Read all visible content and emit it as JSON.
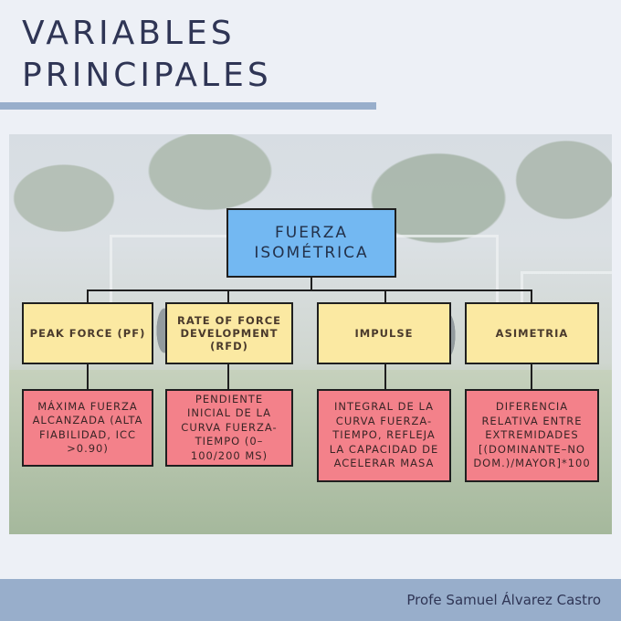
{
  "title": {
    "line1": "VARIABLES",
    "line2": "PRINCIPALES"
  },
  "root": {
    "line1": "FUERZA",
    "line2": "ISOMÉTRICA"
  },
  "variables": [
    {
      "label": "PEAK FORCE (PF)",
      "description": "MÁXIMA FUERZA ALCANZADA (ALTA FIABILIDAD, ICC >0.90)"
    },
    {
      "label": "RATE OF FORCE DEVELOPMENT (RFD)",
      "description": "PENDIENTE INICIAL DE LA CURVA FUERZA-TIEMPO (0–100/200 MS)"
    },
    {
      "label": "IMPULSE",
      "description": "INTEGRAL DE LA CURVA FUERZA-TIEMPO, REFLEJA LA CAPACIDAD DE ACELERAR MASA"
    },
    {
      "label": "ASIMETRIA",
      "description": "DIFERENCIA RELATIVA ENTRE EXTREMIDADES [(DOMINANTE–NO DOM.)/MAYOR]*100"
    }
  ],
  "footer": {
    "author": "Profe Samuel Álvarez Castro"
  },
  "colors": {
    "root_box": "#73b8f2",
    "variable_box": "#fbe9a2",
    "description_box": "#f3818a",
    "accent_bar": "#98aecb"
  }
}
